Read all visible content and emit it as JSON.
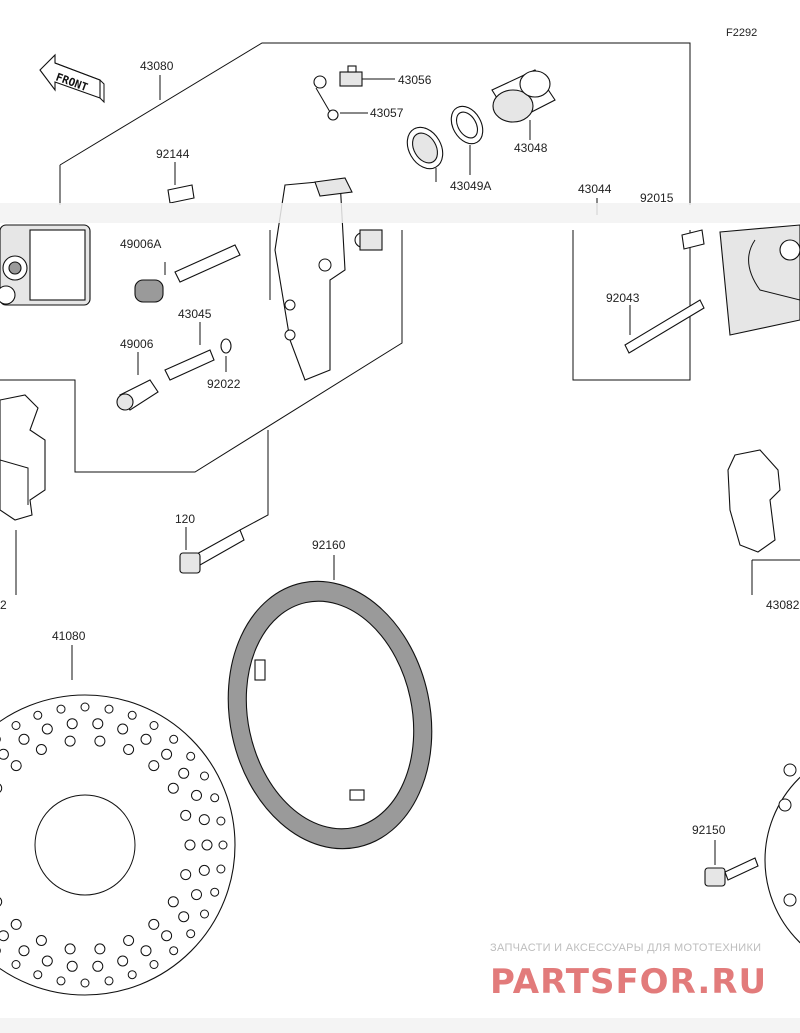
{
  "diagram_code": "F2292",
  "front_label": "FRONT",
  "parts": {
    "p43080": "43080",
    "p43056": "43056",
    "p43057": "43057",
    "p43048": "43048",
    "p92144": "92144",
    "p43049A": "43049A",
    "p43044": "43044",
    "p92015": "92015",
    "p49006A": "49006A",
    "p92043": "92043",
    "p43045": "43045",
    "p49006": "49006",
    "p92022": "92022",
    "p120": "120",
    "p92160": "92160",
    "p43082": "43082",
    "p41080": "41080",
    "p92150": "92150",
    "p_edge_left": "2"
  },
  "watermark": {
    "line1": "ЗАПЧАСТИ И АКСЕССУАРЫ ДЛЯ МОТОТЕХНИКИ",
    "line2": "PARTSFOR.RU"
  }
}
